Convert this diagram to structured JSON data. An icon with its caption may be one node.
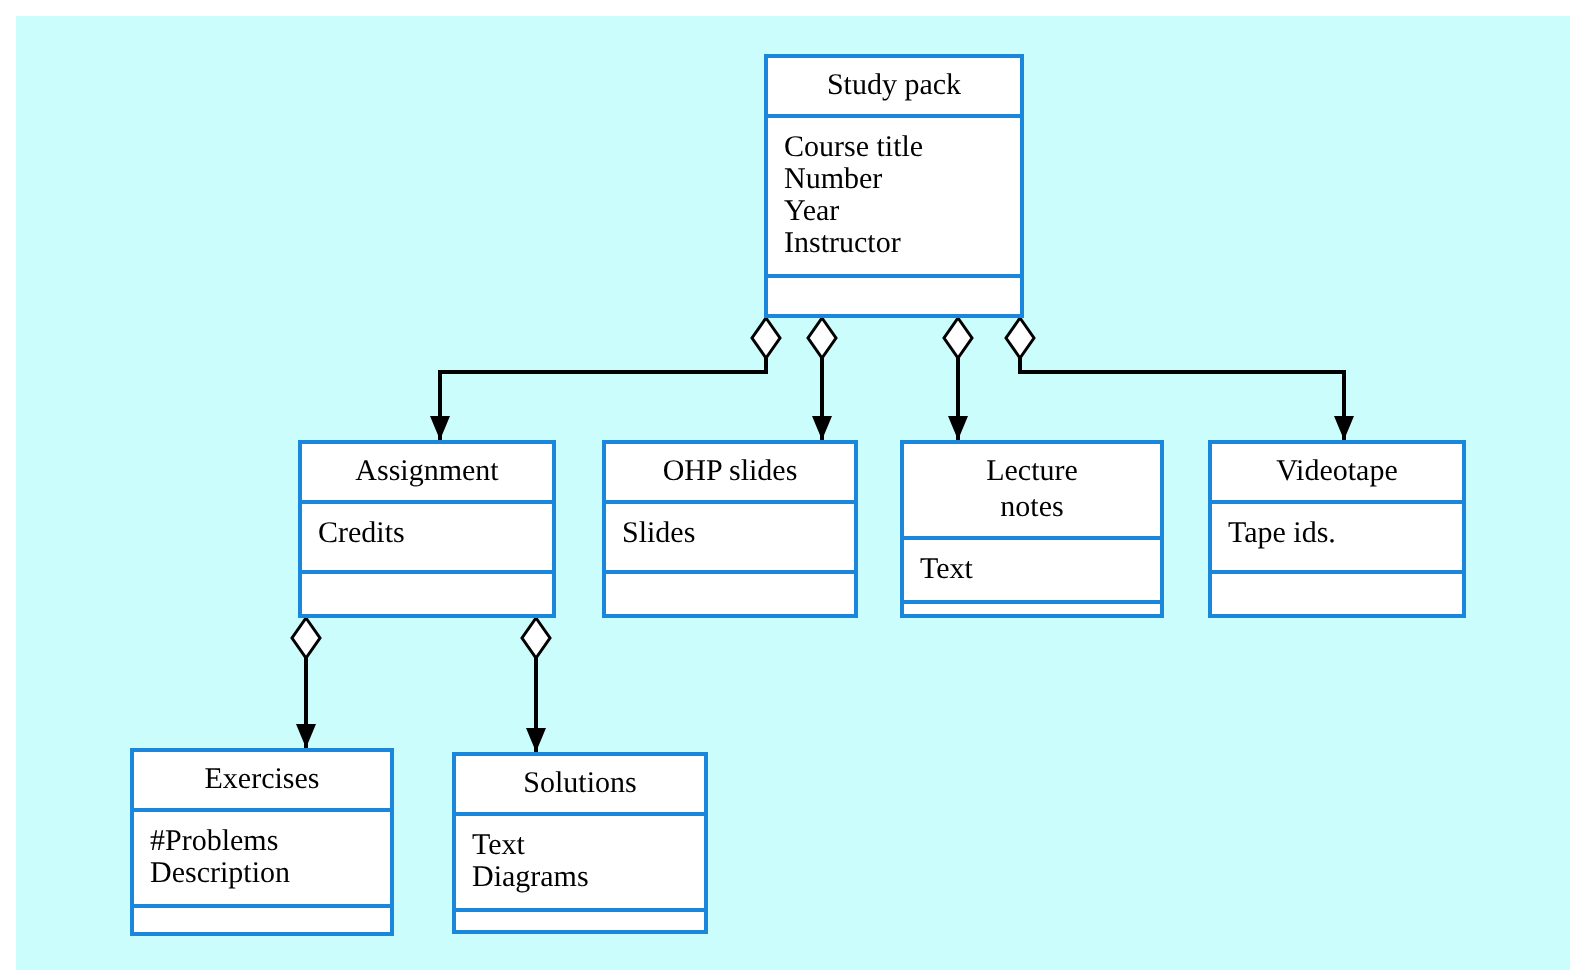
{
  "diagram": {
    "nodes": [
      {
        "text": [
          "Study pack",
          "Course title",
          "Number",
          "Year",
          "Instructor"
        ]
      },
      {
        "text": [
          "Assignment",
          "Credits"
        ]
      },
      {
        "text": [
          "OHP slides",
          "Slides"
        ]
      },
      {
        "text": [
          "Lecture notes",
          "Text"
        ]
      },
      {
        "text": [
          "Videotape",
          "Tape ids."
        ]
      },
      {
        "text": [
          "Exercises",
          "#Problems",
          "Description"
        ]
      },
      {
        "text": [
          "Solutions",
          "Text",
          "Diagrams"
        ]
      }
    ],
    "edges": [
      {
        "from": 0,
        "to": 1,
        "arrow": "to"
      },
      {
        "from": 0,
        "to": 2,
        "arrow": "to"
      },
      {
        "from": 0,
        "to": 3,
        "arrow": "to"
      },
      {
        "from": 0,
        "to": 4,
        "arrow": "to"
      },
      {
        "from": 1,
        "to": 5,
        "arrow": "to"
      },
      {
        "from": 1,
        "to": 6,
        "arrow": "to"
      }
    ]
  }
}
